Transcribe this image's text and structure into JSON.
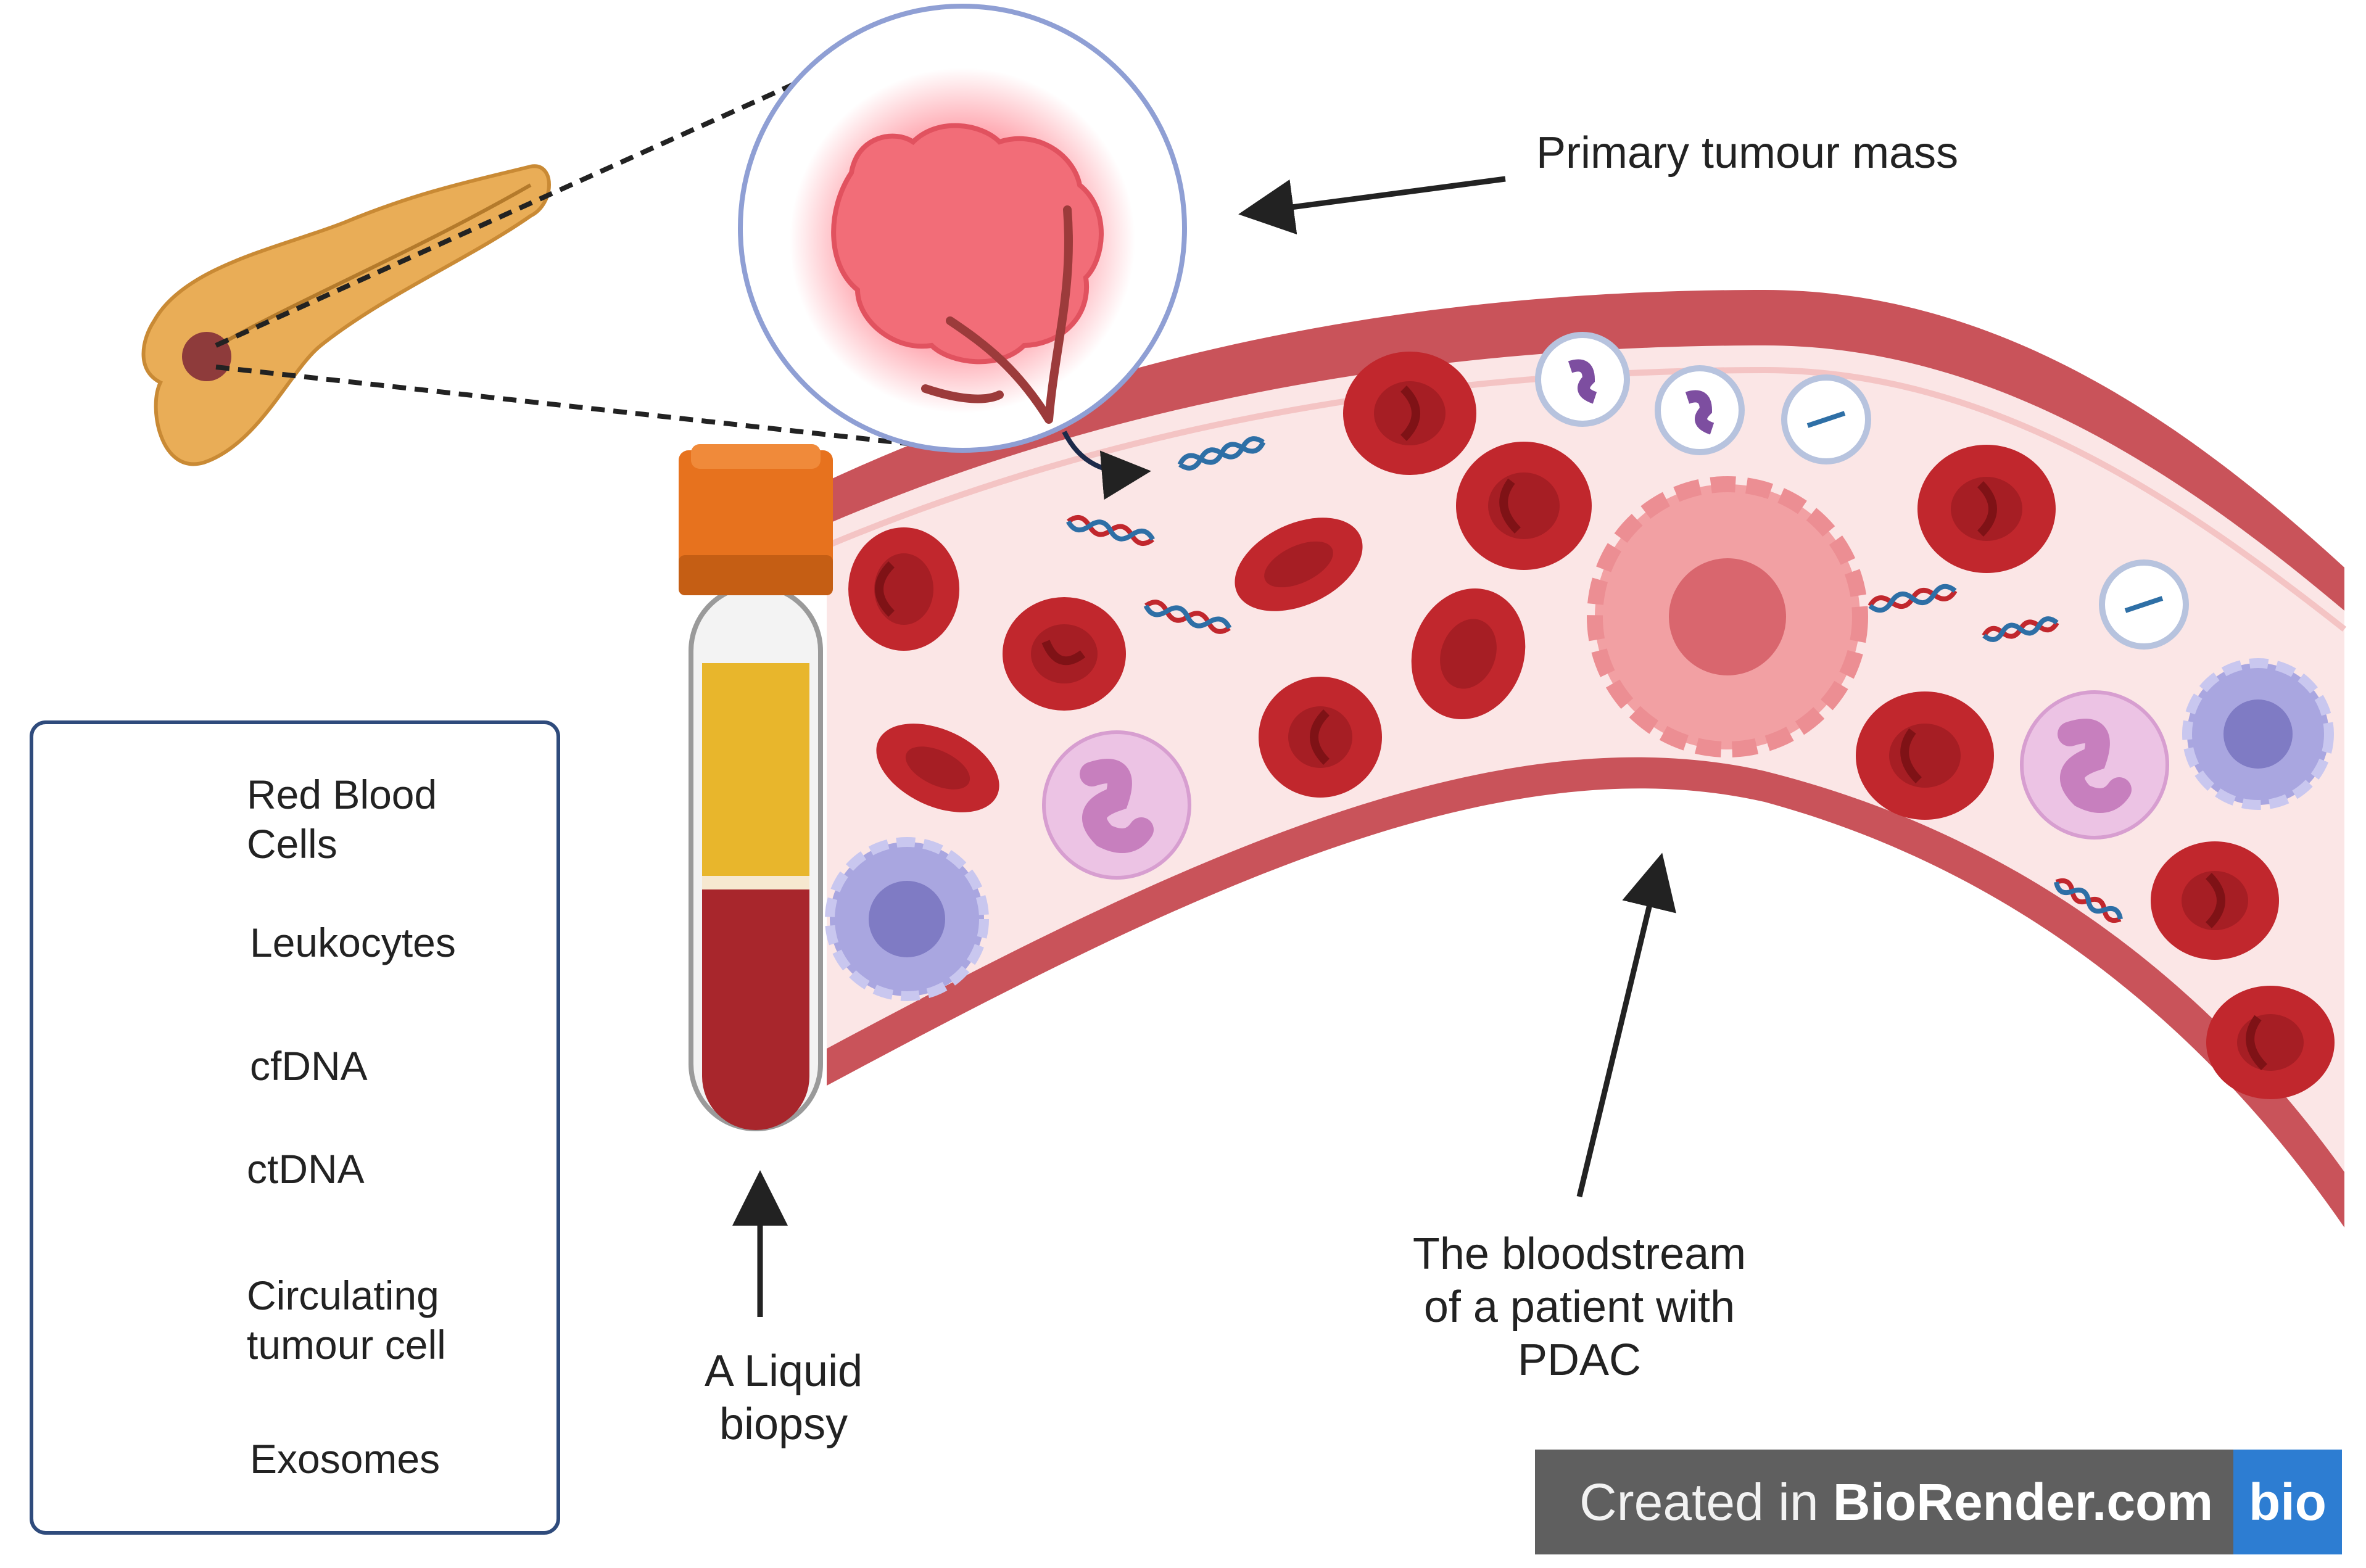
{
  "labels": {
    "primary_tumour": "Primary tumour mass",
    "liquid_biopsy_line1": "A Liquid",
    "liquid_biopsy_line2": "biopsy",
    "bloodstream_line1": "The bloodstream",
    "bloodstream_line2": "of a patient with",
    "bloodstream_line3": "PDAC"
  },
  "legend": {
    "items": [
      {
        "icon": "red-blood-cell-icon",
        "line1": "Red Blood",
        "line2": "Cells"
      },
      {
        "icon": "leukocyte-icon",
        "line1": "Leukocytes",
        "line2": ""
      },
      {
        "icon": "cfdna-icon",
        "line1": "cfDNA",
        "line2": ""
      },
      {
        "icon": "ctdna-icon",
        "line1": "ctDNA",
        "line2": ""
      },
      {
        "icon": "circulating-tumour-cell-icon",
        "line1": "Circulating",
        "line2": "tumour cell"
      },
      {
        "icon": "exosome-icon",
        "line1": "Exosomes",
        "line2": ""
      }
    ]
  },
  "badge": {
    "prefix": "Created in ",
    "brand": "BioRender.com",
    "logo": "bio"
  },
  "colors": {
    "vessel_wall": "#c9535a",
    "vessel_lumen": "#fbe6e6",
    "red_blood_cell": "#c1272d",
    "tumour": "#f26d78",
    "ctc": "#f2a0a3",
    "leukocyte_purple": "#a9a6e0",
    "leukocyte_pink": "#e8b7dc",
    "tube_cap": "#e7721e",
    "plasma": "#e8b62c",
    "blood": "#a8262c",
    "pancreas": "#e9ad57",
    "legend_border": "#2f4b7c",
    "badge_bg": "#5f5f5f",
    "badge_logo": "#2d7dd2"
  }
}
